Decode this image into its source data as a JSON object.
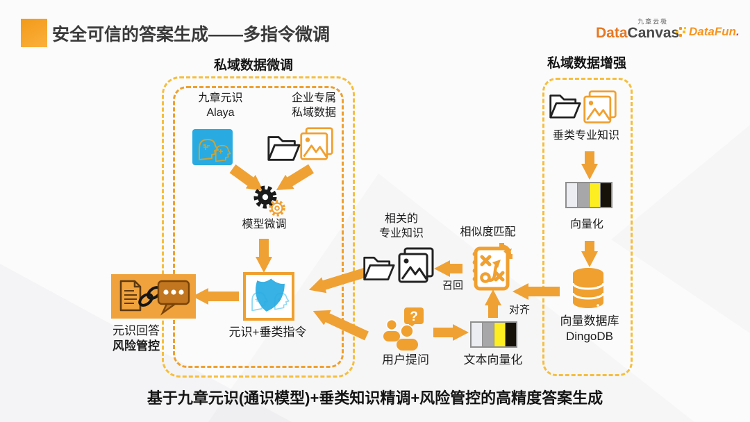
{
  "header": {
    "title": "安全可信的答案生成——多指令微调",
    "logo_datacanvas": {
      "top": "九章云极",
      "part1": "Data",
      "part2": "Canvas"
    },
    "logo_datafun": {
      "text": "DataFun",
      "dot": "."
    }
  },
  "left_box": {
    "title": "私域数据微调",
    "alaya_label": "九章元识\nAlaya",
    "enterprise_label": "企业专属\n私域数据",
    "finetune_label": "模型微调",
    "instruction_label": "元识+垂类指令"
  },
  "answer": {
    "line1": "元识回答",
    "line2": "风险管控"
  },
  "middle": {
    "related_knowledge": "相关的\n专业知识",
    "similarity_label": "相似度匹配",
    "recall_label": "召回",
    "align_label": "对齐",
    "user_question_label": "用户提问",
    "text_vectorize_label": "文本向量化",
    "question_mark": "?"
  },
  "right_box": {
    "title": "私域数据增强",
    "vertical_knowledge": "垂类专业知识",
    "vectorize_label": "向量化",
    "vector_db_label": "向量数据库\nDingoDB"
  },
  "footer": {
    "text": "基于九章元识(通识模型)+垂类知识精调+风险管控的高精度答案生成"
  },
  "colors": {
    "accent_orange": "#EFA133",
    "icon_orange": "#F0A030",
    "border_yellow": "#F5BE3D",
    "border_orange": "#EF9F2E",
    "blue": "#29ABE2",
    "logo_orange": "#E87722",
    "logo_dark": "#4A4A4B",
    "datafun_orange": "#F7941D",
    "datafun_red": "#E03A3E",
    "bar_light": "#ECEDF3",
    "bar_gray": "#A7A7A9",
    "bar_yellow": "#FCEE21",
    "bar_black": "#16120A"
  },
  "icons": [
    "brain-heads-icon",
    "folder-icon",
    "images-icon",
    "gears-icon",
    "shield-heads-icon",
    "document-chain-chat-icon",
    "strategy-board-icon",
    "vector-bars-icon",
    "database-icon",
    "user-question-icon",
    "datafun-dots-icon"
  ]
}
